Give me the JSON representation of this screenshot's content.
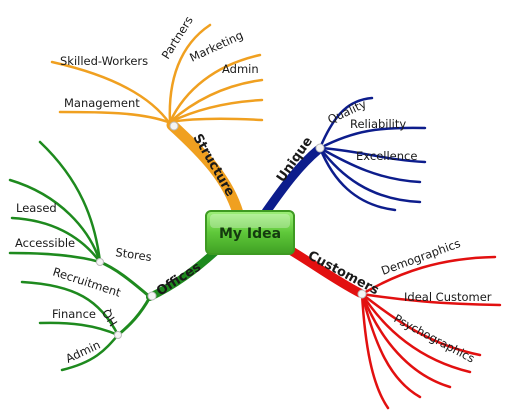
{
  "center": {
    "label": "My Idea",
    "fill": "#6fd14a",
    "stroke": "#3e9a22"
  },
  "branches": {
    "structure": {
      "label": "Structure",
      "color": "#f0a020",
      "children": [
        "Skilled-Workers",
        "Partners",
        "Marketing",
        "Admin",
        "Management"
      ]
    },
    "unique": {
      "label": "Unique",
      "color": "#0d1d8c",
      "children": [
        "Quality",
        "Reliability",
        "Excellence"
      ]
    },
    "customers": {
      "label": "Customers",
      "color": "#e21010",
      "children": [
        "Demographics",
        "Ideal Customer",
        "Psychographics"
      ]
    },
    "offices": {
      "label": "Offices",
      "color": "#1e8a1e",
      "children": [
        "Stores",
        "HQ"
      ],
      "stores": [
        "Leased",
        "Accessible"
      ],
      "hq": [
        "Recruitment",
        "Finance",
        "Admin"
      ]
    }
  }
}
